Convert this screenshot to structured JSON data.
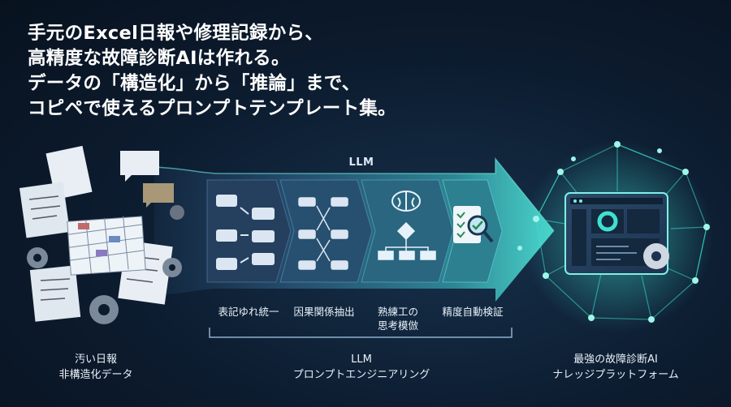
{
  "headline": [
    "手元のExcel日報や修理記録から、",
    "高精度な故障診断AIは作れる。",
    "データの「構造化」から「推論」まで、",
    "コピペで使えるプロンプトテンプレート集。"
  ],
  "llm_top_label": "LLM",
  "steps": [
    {
      "label": "表記ゆれ統一"
    },
    {
      "label": "因果関係抽出"
    },
    {
      "label_line1": "熟練工の",
      "label_line2": "思考模倣"
    },
    {
      "label": "精度自動検証"
    }
  ],
  "left": {
    "line1": "汚い日報",
    "line2": "非構造化データ"
  },
  "middle": {
    "line1": "LLM",
    "line2": "プロンプトエンジニアリング"
  },
  "right": {
    "line1": "最強の故障診断AI",
    "line2": "ナレッジプラットフォーム"
  },
  "colors": {
    "accent": "#3fe0d0",
    "background": "#0c1b2e",
    "flow": "#2a5a78"
  },
  "icons": [
    "documents-icon",
    "spreadsheet-icon",
    "gear-icon",
    "speech-bubble-icon",
    "brain-icon",
    "flowchart-icon",
    "checklist-magnifier-icon",
    "dashboard-icon",
    "network-icon"
  ]
}
